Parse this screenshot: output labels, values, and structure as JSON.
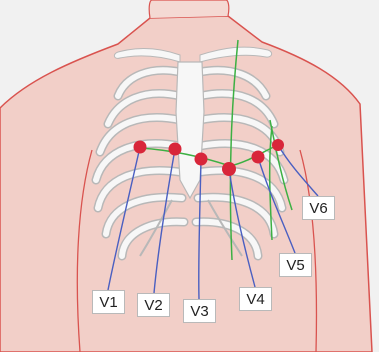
{
  "diagram": {
    "leads": [
      {
        "id": "v1",
        "label": "V1"
      },
      {
        "id": "v2",
        "label": "V2"
      },
      {
        "id": "v3",
        "label": "V3"
      },
      {
        "id": "v4",
        "label": "V4"
      },
      {
        "id": "v5",
        "label": "V5"
      },
      {
        "id": "v6",
        "label": "V6"
      }
    ],
    "colors": {
      "background": "#f1f1f1",
      "skin": "#f2cfc8",
      "outline": "#d9534f",
      "bone": "#f7f7f7",
      "bone_shadow": "#b8b8b8",
      "electrode": "#d8263a",
      "lead_wire": "#4a5fc1",
      "guide_line": "#3cb043"
    }
  }
}
